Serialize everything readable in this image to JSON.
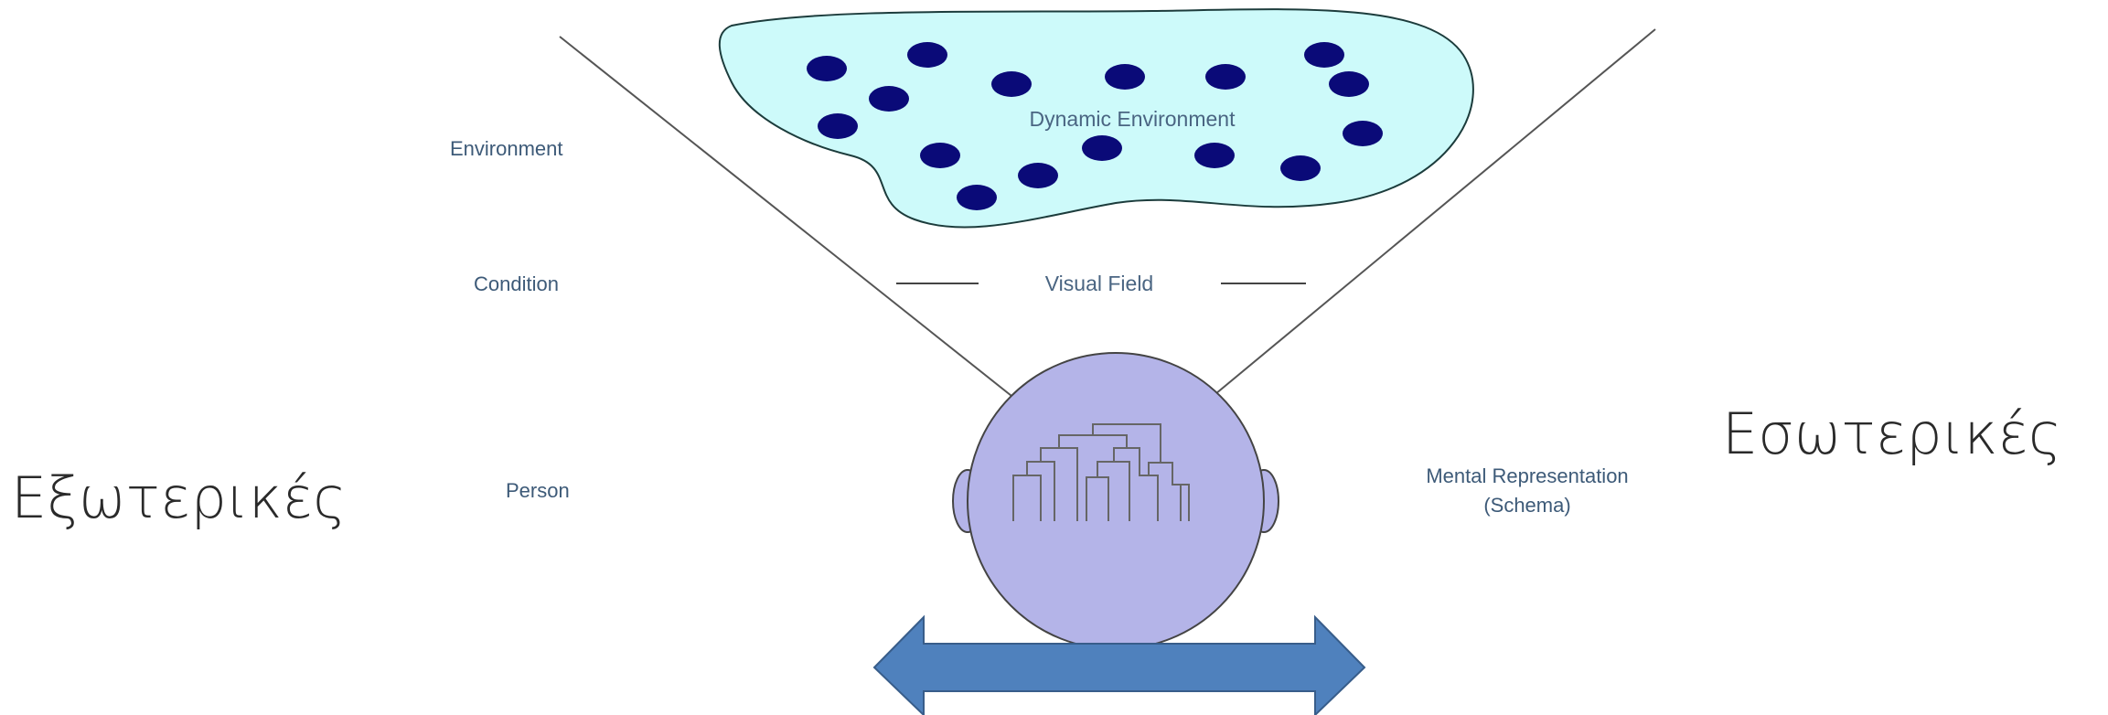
{
  "rows": {
    "environment": "Environment",
    "condition": "Condition",
    "person": "Person"
  },
  "cloud_label": "Dynamic Environment",
  "visual_field_label": "Visual Field",
  "mental_representation": {
    "line1": "Mental Representation",
    "line2": "(Schema)"
  },
  "side_words": {
    "left": "Εξωτερικές",
    "right": "Εσωτερικές"
  },
  "colors": {
    "cloud_fill": "#cdfafa",
    "dot_fill": "#0a0a78",
    "head_fill": "#b4b4e8",
    "arrow_fill": "#4f81bd",
    "arrow_stroke": "#385d8a"
  },
  "icons": {
    "head": "head-brain-icon",
    "arrow": "double-arrow-icon"
  }
}
